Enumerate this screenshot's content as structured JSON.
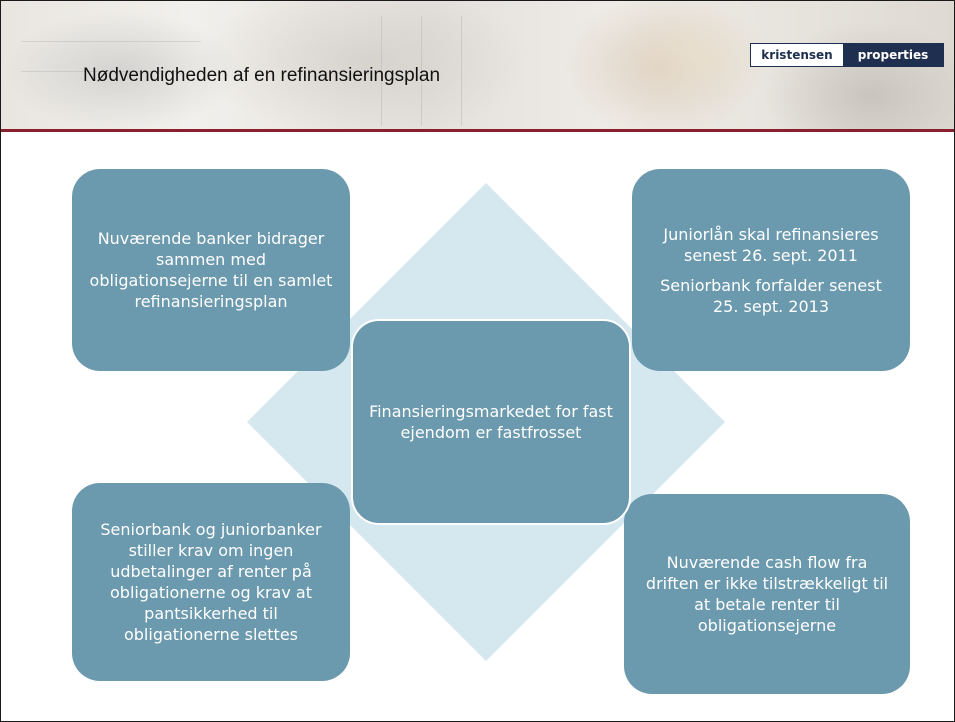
{
  "slide": {
    "title": "Nødvendigheden af en refinansieringsplan",
    "logo": {
      "part1": "kristensen",
      "part2": "properties"
    }
  },
  "boxes": {
    "top_left": [
      "Nuværende banker bidrager sammen med obligationsejerne til en samlet refinansieringsplan"
    ],
    "top_right": [
      "Juniorlån skal refinansieres senest 26. sept. 2011",
      "Seniorbank forfalder senest 25. sept. 2013"
    ],
    "bottom_left": [
      "Seniorbank og juniorbanker stiller krav om ingen udbetalinger af renter på obligationerne og krav  at pantsikkerhed til obligationerne slettes"
    ],
    "bottom_right": [
      "Nuværende cash flow fra driften er ikke tilstrækkeligt til at betale renter til obligationsejerne"
    ],
    "center": [
      "Finansieringsmarkedet for fast ejendom er fastfrosset"
    ]
  },
  "colors": {
    "box_fill": "#6b99ad",
    "diamond_fill": "#d6e8ef",
    "title_rule": "#8b1f2e",
    "logo_navy": "#1f2f4f"
  }
}
